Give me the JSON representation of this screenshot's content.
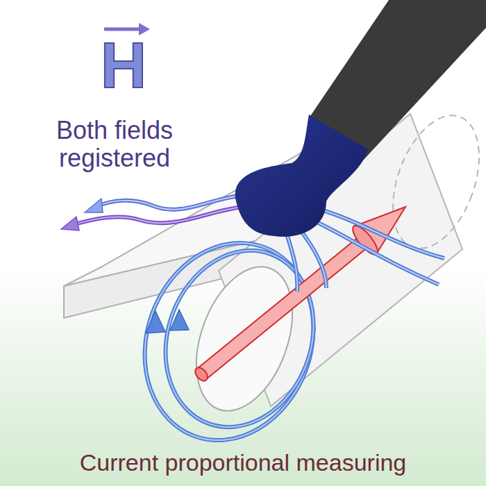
{
  "diagram": {
    "caption": "Current proportional measuring",
    "labels": [
      "H",
      "Both fields registered"
    ]
  }
}
